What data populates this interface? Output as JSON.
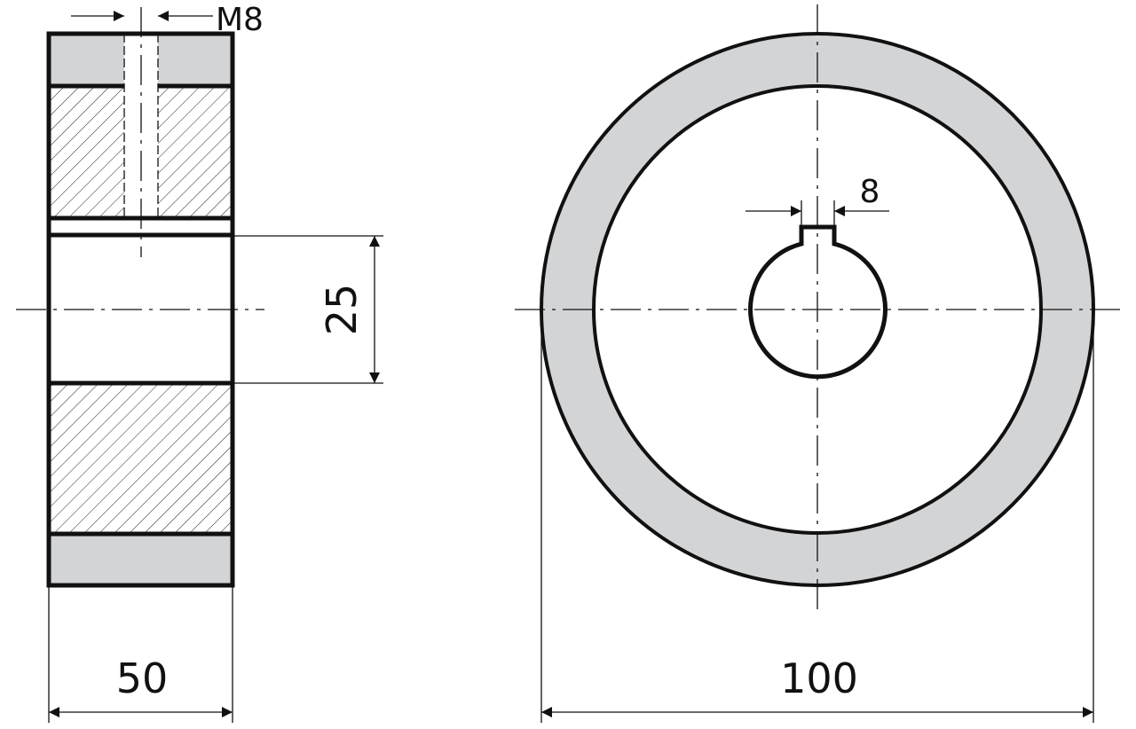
{
  "drawing": {
    "side_view": {
      "thread_label": "M8",
      "bore_dimension": "25",
      "width_dimension": "50"
    },
    "front_view": {
      "keyway_dimension": "8",
      "diameter_dimension": "100"
    },
    "colors": {
      "fill_gray": "#d3d4d6",
      "line": "#111111"
    }
  }
}
